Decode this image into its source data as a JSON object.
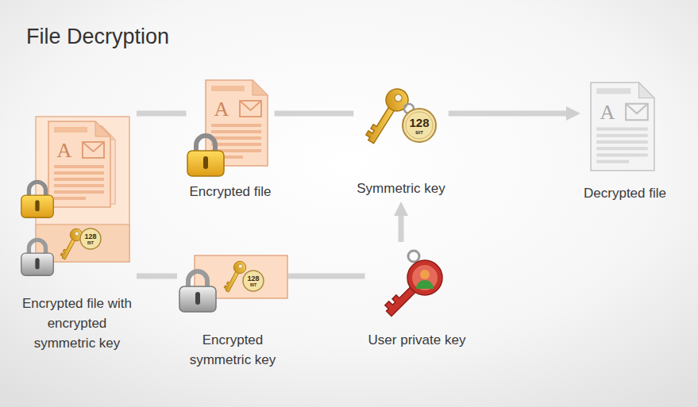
{
  "diagram": {
    "title": "File Decryption",
    "nodes": [
      {
        "text": [
          "Encrypted file with encrypted symmetric key"
        ]
      },
      {
        "text": [
          "Encrypted file"
        ]
      },
      {
        "text": [
          "Symmetric key"
        ]
      },
      {
        "text": [
          "Decrypted file"
        ]
      },
      {
        "text": [
          "Encrypted symmetric key"
        ]
      },
      {
        "text": [
          "User private key"
        ]
      }
    ],
    "edges": [
      {
        "from": 0,
        "to": 1,
        "arrow": "none"
      },
      {
        "from": 1,
        "to": 2,
        "arrow": "none"
      },
      {
        "from": 2,
        "to": 3,
        "arrow": "to"
      },
      {
        "from": 0,
        "to": 4,
        "arrow": "none"
      },
      {
        "from": 4,
        "to": 5,
        "arrow": "none"
      },
      {
        "from": 5,
        "to": 2,
        "arrow": "to"
      }
    ],
    "labels": [
      "A",
      "128",
      "BIT",
      "A",
      "128",
      "BIT",
      "A",
      "128",
      "BIT"
    ]
  }
}
